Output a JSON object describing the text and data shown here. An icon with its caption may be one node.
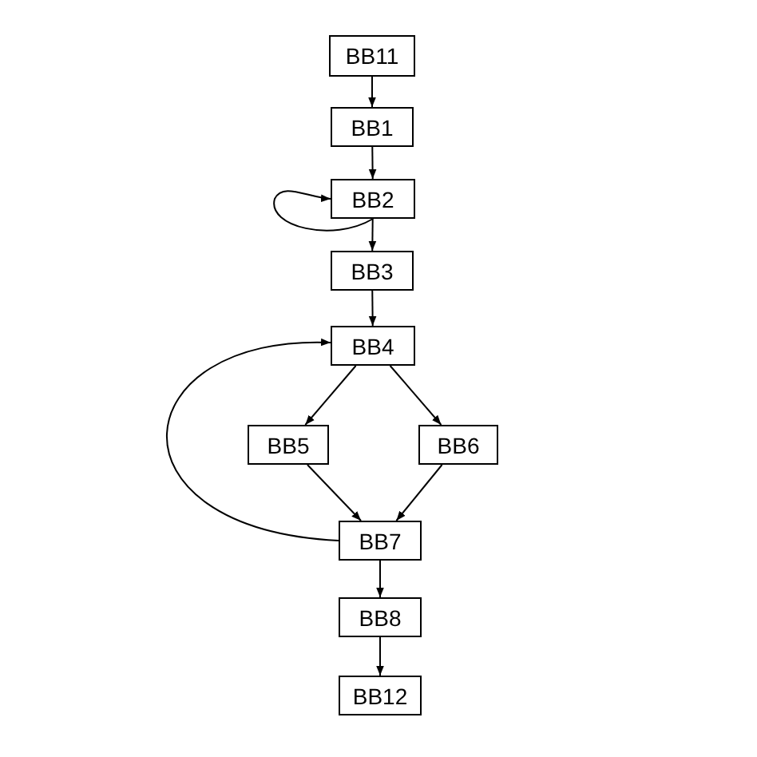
{
  "diagram": {
    "nodes": [
      {
        "text": [
          "BB11"
        ]
      },
      {
        "text": [
          "BB1"
        ]
      },
      {
        "text": [
          "BB2"
        ]
      },
      {
        "text": [
          "BB3"
        ]
      },
      {
        "text": [
          "BB4"
        ]
      },
      {
        "text": [
          "BB5"
        ]
      },
      {
        "text": [
          "BB6"
        ]
      },
      {
        "text": [
          "BB7"
        ]
      },
      {
        "text": [
          "BB8"
        ]
      },
      {
        "text": [
          "BB12"
        ]
      }
    ],
    "edges": [
      {
        "from": 0,
        "to": 1,
        "arrow": "to"
      },
      {
        "from": 1,
        "to": 2,
        "arrow": "to"
      },
      {
        "from": 2,
        "to": 2,
        "arrow": "to"
      },
      {
        "from": 2,
        "to": 3,
        "arrow": "to"
      },
      {
        "from": 3,
        "to": 4,
        "arrow": "to"
      },
      {
        "from": 4,
        "to": 5,
        "arrow": "to"
      },
      {
        "from": 4,
        "to": 6,
        "arrow": "to"
      },
      {
        "from": 5,
        "to": 7,
        "arrow": "to"
      },
      {
        "from": 6,
        "to": 7,
        "arrow": "to"
      },
      {
        "from": 7,
        "to": 4,
        "arrow": "to"
      },
      {
        "from": 7,
        "to": 8,
        "arrow": "to"
      },
      {
        "from": 8,
        "to": 9,
        "arrow": "to"
      }
    ]
  }
}
